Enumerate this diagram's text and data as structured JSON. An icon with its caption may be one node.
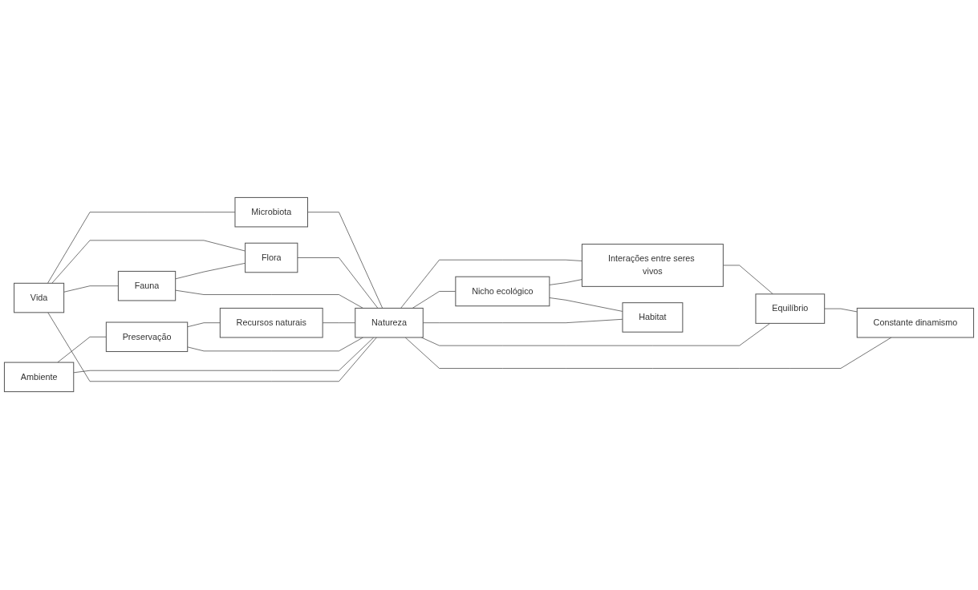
{
  "diagram": {
    "nodes": [
      {
        "text": [
          "Vida"
        ]
      },
      {
        "text": [
          "Ambiente"
        ]
      },
      {
        "text": [
          "Preservação"
        ]
      },
      {
        "text": [
          "Fauna"
        ]
      },
      {
        "text": [
          "Recursos naturais"
        ]
      },
      {
        "text": [
          "Natureza"
        ]
      },
      {
        "text": [
          "Flora"
        ]
      },
      {
        "text": [
          "Interações entre seres vivos"
        ]
      },
      {
        "text": [
          "Microbiota"
        ]
      },
      {
        "text": [
          "Equilíbrio"
        ]
      },
      {
        "text": [
          "Nicho ecológico"
        ]
      },
      {
        "text": [
          "Constante dinamismo"
        ]
      },
      {
        "text": [
          "Habitat"
        ]
      }
    ],
    "edges": [
      {
        "from": 0,
        "to": 5,
        "arrow": "none"
      },
      {
        "from": 1,
        "to": 5,
        "arrow": "none"
      },
      {
        "from": 1,
        "to": 2,
        "arrow": "none"
      },
      {
        "from": 2,
        "to": 5,
        "arrow": "none"
      },
      {
        "from": 2,
        "to": 4,
        "arrow": "none"
      },
      {
        "from": 4,
        "to": 5,
        "arrow": "none"
      },
      {
        "from": 3,
        "to": 5,
        "arrow": "none"
      },
      {
        "from": 6,
        "to": 5,
        "arrow": "none"
      },
      {
        "from": 7,
        "to": 5,
        "arrow": "none"
      },
      {
        "from": 8,
        "to": 5,
        "arrow": "none"
      },
      {
        "from": 5,
        "to": 10,
        "arrow": "none"
      },
      {
        "from": 5,
        "to": 12,
        "arrow": "none"
      },
      {
        "from": 5,
        "to": 11,
        "arrow": "none"
      },
      {
        "from": 5,
        "to": 9,
        "arrow": "none"
      },
      {
        "from": 0,
        "to": 3,
        "arrow": "none"
      },
      {
        "from": 3,
        "to": 6,
        "arrow": "none"
      },
      {
        "from": 0,
        "to": 6,
        "arrow": "none"
      },
      {
        "from": 0,
        "to": 8,
        "arrow": "none"
      },
      {
        "from": 10,
        "to": 12,
        "arrow": "none"
      },
      {
        "from": 7,
        "to": 9,
        "arrow": "none"
      },
      {
        "from": 9,
        "to": 11,
        "arrow": "none"
      },
      {
        "from": 10,
        "to": 7,
        "arrow": "none"
      }
    ]
  }
}
